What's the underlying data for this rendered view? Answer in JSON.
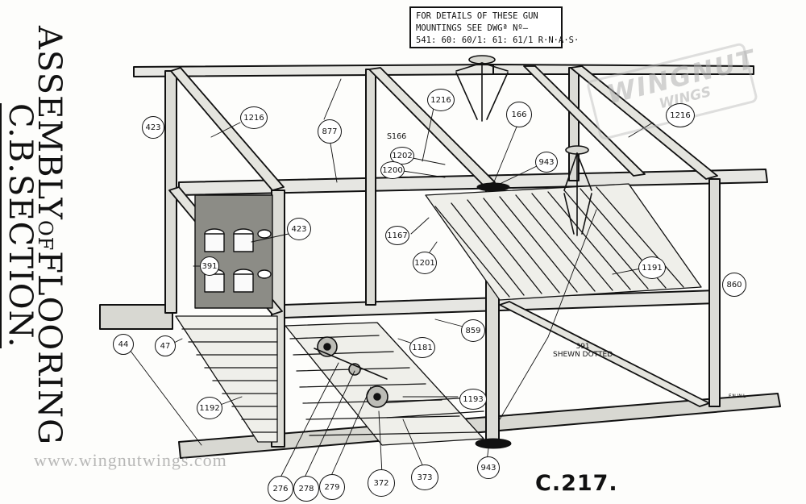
{
  "title": {
    "line1_a": "ASSEMBLY",
    "line1_b": "OF",
    "line1_c": "FLOORING",
    "line2": "C.B.SECTION."
  },
  "note": {
    "line1": "FOR DETAILS OF THESE GUN",
    "line2": "MOUNTINGS SEE DWGª Nº—",
    "line3": "541: 60: 60/1: 61: 61/1   R·N·A·S·"
  },
  "drawing_number": "C.217.",
  "watermark": {
    "url": "www.wingnutwings.com",
    "logo_main": "WINGNUT",
    "logo_sub": "WINGS"
  },
  "labels": {
    "shewn_dotted_num": "391",
    "shewn_dotted_text": "SHEWN DOTTED",
    "s166_a": "S166",
    "small_ref": "F.N.W.L"
  },
  "callouts": [
    "423",
    "1216",
    "877",
    "1216",
    "166",
    "1216",
    "1202",
    "1200",
    "943",
    "423",
    "391",
    "1167",
    "1201",
    "1191",
    "860",
    "859",
    "1181",
    "44",
    "47",
    "1192",
    "1193",
    "943",
    "276",
    "278",
    "279",
    "372",
    "373"
  ]
}
